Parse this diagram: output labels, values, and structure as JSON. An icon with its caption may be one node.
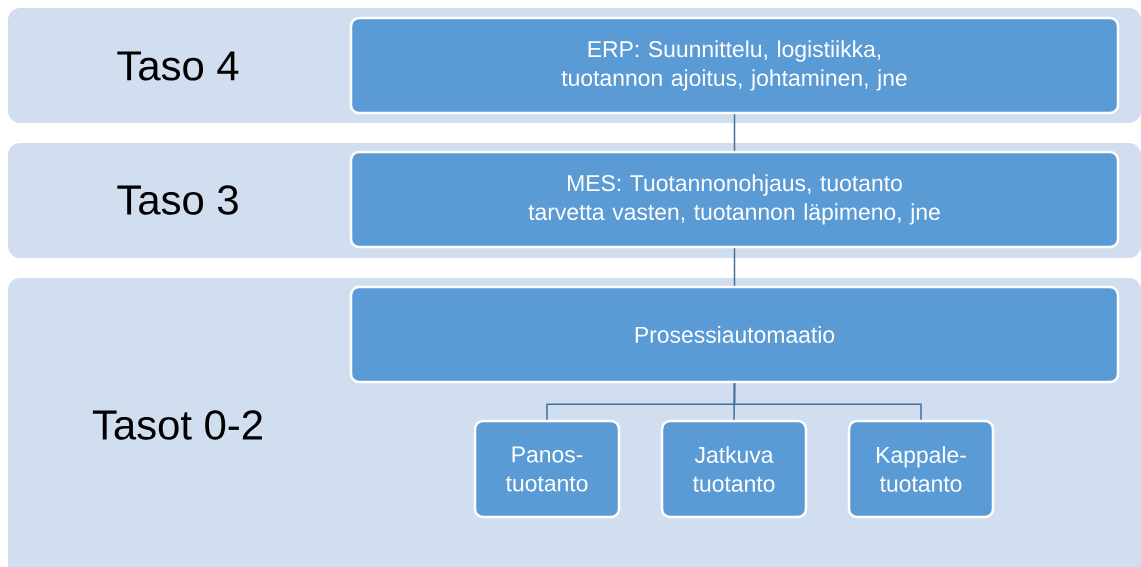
{
  "diagram": {
    "nodes": [
      {
        "text": [
          "Taso 4"
        ]
      },
      {
        "text": [
          "ERP: Suunnittelu, logistiikka, tuotannon ajoitus, johtaminen, jne"
        ],
        "in": 0
      },
      {
        "text": [
          "Taso 3"
        ]
      },
      {
        "text": [
          "MES: Tuotannonohjaus, tuotanto tarvetta vasten, tuotannon läpimeno, jne"
        ],
        "in": 2
      },
      {
        "text": [
          "Tasot 0-2"
        ]
      },
      {
        "text": [
          "Prosessiautomaatio"
        ],
        "in": 4
      },
      {
        "text": [
          "Panos-tuotanto"
        ],
        "in": 4
      },
      {
        "text": [
          "Jatkuva tuotanto"
        ],
        "in": 4
      },
      {
        "text": [
          "Kappale-tuotanto"
        ],
        "in": 4
      }
    ],
    "edges": [
      {
        "from": 1,
        "to": 3,
        "arrow": "none"
      },
      {
        "from": 3,
        "to": 5,
        "arrow": "none"
      },
      {
        "from": 5,
        "to": 6,
        "arrow": "none"
      },
      {
        "from": 5,
        "to": 7,
        "arrow": "none"
      },
      {
        "from": 5,
        "to": 8,
        "arrow": "none"
      }
    ]
  }
}
